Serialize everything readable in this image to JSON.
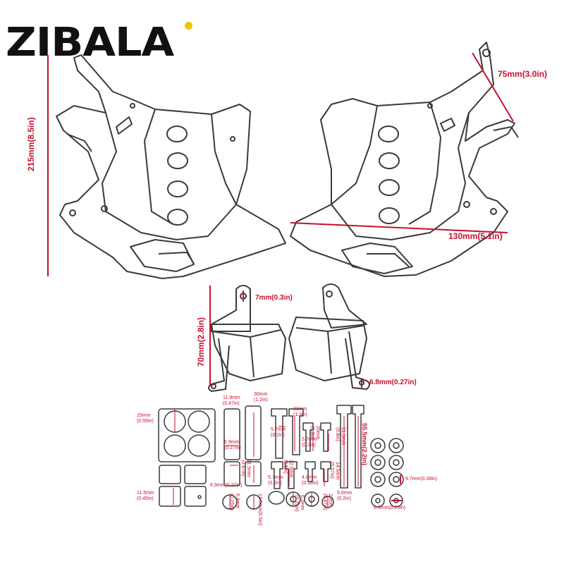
{
  "brand": {
    "logo_text": "ZIBALA"
  },
  "colors": {
    "dimension": "#c8102e",
    "line_art": "#3a3a3a",
    "logo_dot": "#f2c200"
  },
  "dimensions": {
    "height_main": "215mm(8.5in)",
    "bracket_top": "75mm(3.0in)",
    "width_main": "130mm(5.1in)",
    "bracket_hole": "7mm(0.3in)",
    "bracket_height": "70mm(2.8in)",
    "bracket_hole_lower": "6.8mm(0.27in)",
    "pad_size_large": "15mm\n(0.59in)",
    "pad_size_small": "11.5mm\n(0.45in)",
    "spacer_dia": "11.9mm\n(0.47in)",
    "spacer_len": "30mm\n(1.2in)",
    "spacer_inner": "6.9mm\n(0.27in)",
    "spacer_short_dia": "6.9mm(0.27in)",
    "spacer_short_len": "11.5mm\n(0.47in)",
    "bolt_len_a": "33mm\n(1.3in)",
    "bolt_head_a": "5.7mm\n(0.2in)",
    "bolt_head_b": "5.7mm\n(0.2in)",
    "bolt_len_b": "20mm\n(0.8in)",
    "bolt_short_head": "5.7mm\n(0.2in)",
    "bolt_short_len": "12.5mm\n(0.5in)",
    "nut_size": "4.6mm\n(0.18in)",
    "bolt_len_c": "14.5mm\n(0.57in)",
    "bolt_len_d": "21.3mm\n(0.8in)",
    "bolt_long_len": "55.5mm(2.2in)",
    "bolt_long_head": "5.6mm\n(0.2in)",
    "washer_a": "6.4mm\n(0.25in)",
    "washer_b": "12.6mm(0.5in)",
    "washer_c": "6.3mm\n(0.25in)",
    "washer_d": "12mm\n(0.47in)",
    "washer_outer": "9.7mm(0.38in)",
    "washer_inner": "6.3mm(0.25in)"
  }
}
